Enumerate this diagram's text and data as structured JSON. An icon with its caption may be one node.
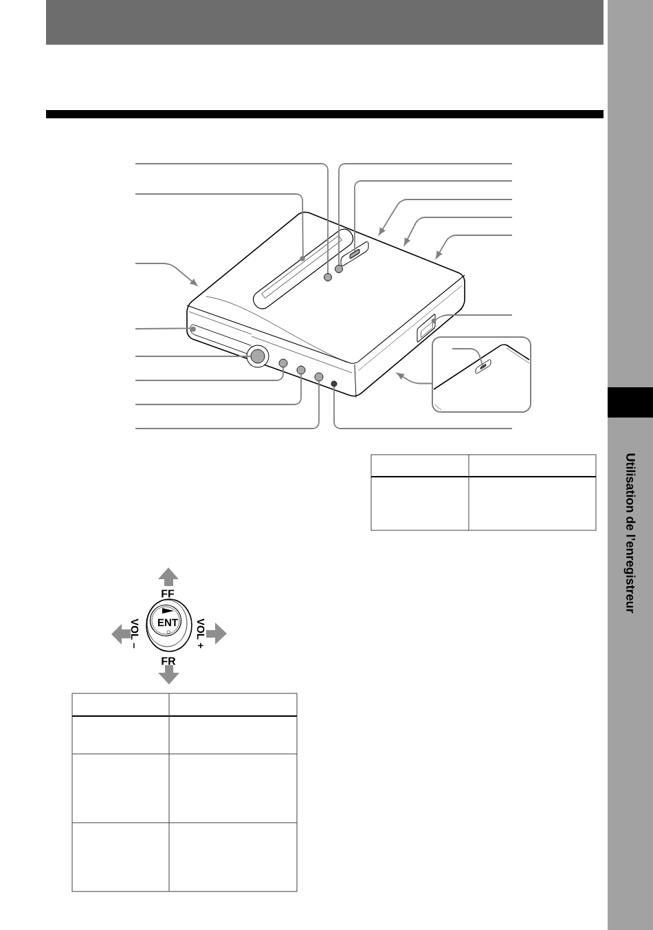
{
  "diagram": {
    "nodes": [
      {
        "text": [],
        "shape": "picture"
      },
      {
        "text": [],
        "shape": "switch",
        "in": 0
      },
      {
        "text": [],
        "shape": "circle",
        "in": 0
      },
      {
        "text": [],
        "shape": "box",
        "in": 0
      },
      {
        "text": [],
        "shape": "circle",
        "in": 0
      },
      {
        "text": [],
        "shape": "box",
        "in": 0
      },
      {
        "text": [],
        "shape": "box",
        "in": 0
      },
      {
        "text": [],
        "shape": "circle",
        "in": 0
      },
      {
        "text": [],
        "shape": "circle",
        "in": 0
      },
      {
        "text": [],
        "shape": "circle",
        "in": 0
      },
      {
        "text": [],
        "shape": "circle",
        "in": 0
      },
      {
        "text": [],
        "shape": "circle",
        "in": 0
      },
      {
        "text": [],
        "shape": "picture"
      },
      {
        "text": [],
        "shape": "switch",
        "in": 12
      }
    ],
    "edges": [
      {
        "from": null,
        "to": 4,
        "arrow": "none"
      },
      {
        "from": null,
        "to": 3,
        "arrow": "none"
      },
      {
        "from": null,
        "to": 0,
        "arrow": "to"
      },
      {
        "from": null,
        "to": 5,
        "arrow": "none"
      },
      {
        "from": null,
        "to": 7,
        "arrow": "none"
      },
      {
        "from": null,
        "to": 8,
        "arrow": "none"
      },
      {
        "from": null,
        "to": 9,
        "arrow": "none"
      },
      {
        "from": null,
        "to": 10,
        "arrow": "none"
      },
      {
        "from": null,
        "to": 2,
        "arrow": "none"
      },
      {
        "from": null,
        "to": 1,
        "arrow": "none"
      },
      {
        "from": null,
        "to": 0,
        "arrow": "to"
      },
      {
        "from": null,
        "to": 0,
        "arrow": "to"
      },
      {
        "from": null,
        "to": 0,
        "arrow": "to"
      },
      {
        "from": null,
        "to": 6,
        "arrow": "none"
      },
      {
        "from": null,
        "to": 11,
        "arrow": "none"
      },
      {
        "from": null,
        "to": 13,
        "arrow": "none"
      },
      {
        "from": 12,
        "to": 0,
        "arrow": "to"
      }
    ],
    "labels": [
      "Utilisation de l’enregistreur",
      "FF",
      "VOL –",
      "ENT",
      "VOL +",
      "FR"
    ]
  }
}
